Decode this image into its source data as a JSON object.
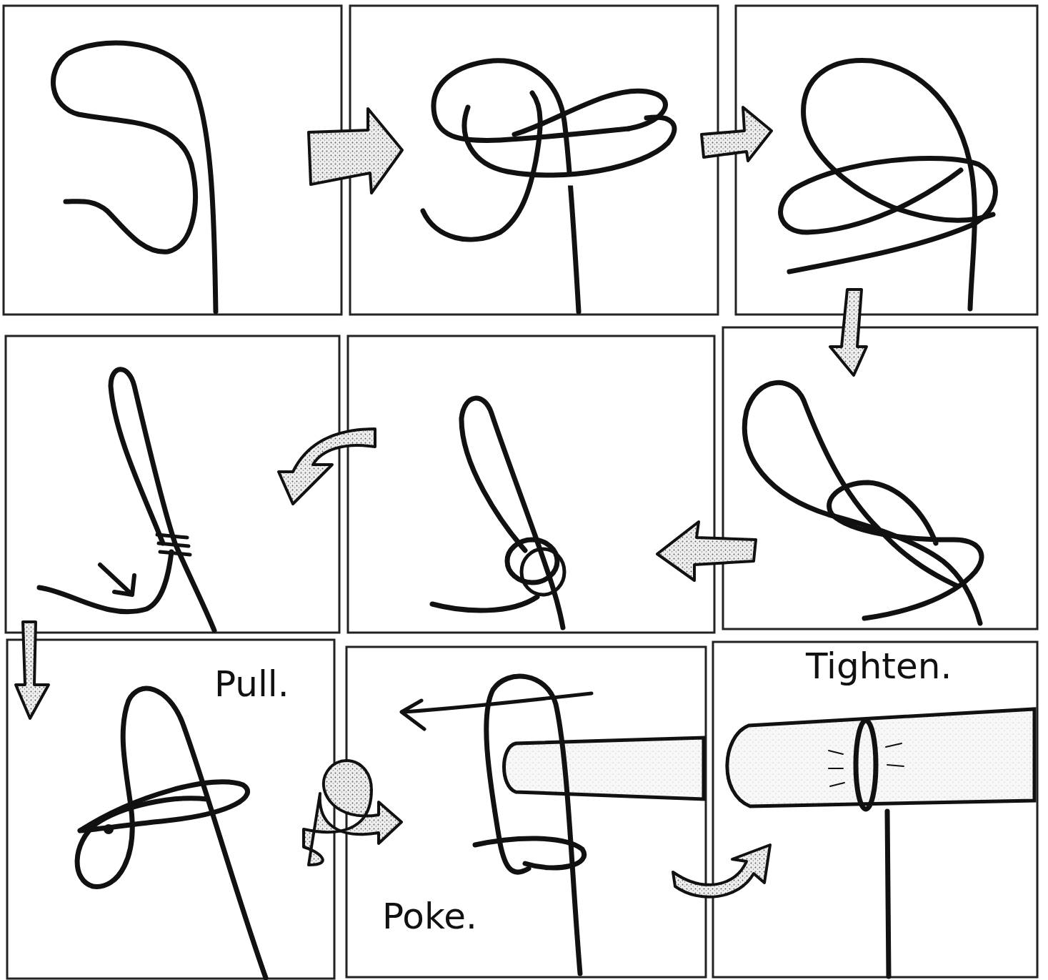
{
  "diagram": {
    "labels": [
      "Pull.",
      "Poke.",
      "Tighten."
    ]
  }
}
